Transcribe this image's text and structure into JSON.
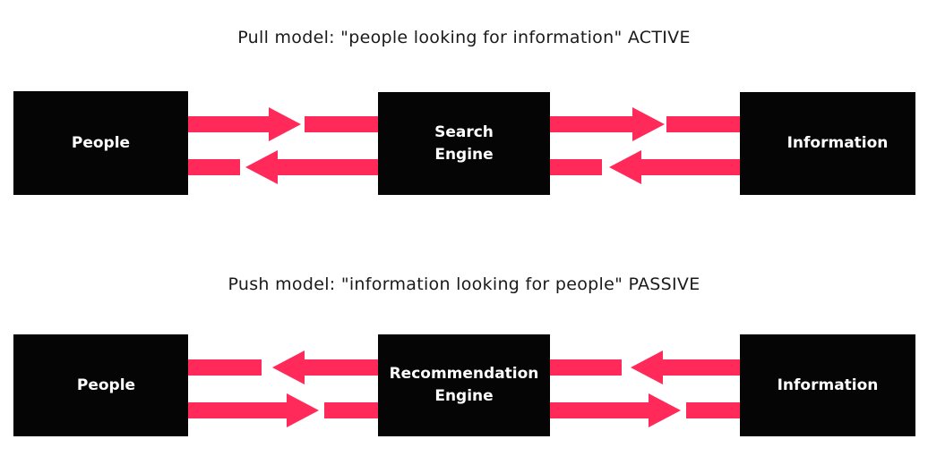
{
  "pull_model": {
    "title": "Pull model: \"people looking for information\" ACTIVE",
    "people": "People",
    "engine_line1": "Search",
    "engine_line2": "Engine",
    "information": "Information"
  },
  "push_model": {
    "title": "Push model: \"information looking for people\" PASSIVE",
    "people": "People",
    "engine_line1": "Recommendation",
    "engine_line2": "Engine",
    "information": "Information"
  },
  "colors": {
    "box": "#050505",
    "arrow": "#ff2a5a",
    "text": "#1a1a1a"
  }
}
